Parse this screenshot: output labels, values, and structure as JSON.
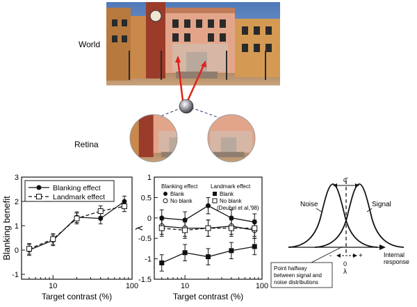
{
  "top": {
    "world_label": "World",
    "retina_label": "Retina"
  },
  "chart_data": [
    {
      "type": "line",
      "ylabel": "Blanking benefit",
      "xlabel": "Target contrast (%)",
      "xscale": "log",
      "xlim": [
        4,
        100
      ],
      "ylim": [
        -1.2,
        3.0
      ],
      "xticks": [
        10,
        100
      ],
      "yticks": [
        -1,
        0,
        1,
        2,
        3
      ],
      "legend_position": "top-left",
      "series": [
        {
          "name": "Blanking effect",
          "style": "solid",
          "marker": "filled-circle",
          "x": [
            5,
            10,
            20,
            40,
            80
          ],
          "y": [
            0.0,
            0.4,
            1.35,
            1.3,
            2.0
          ]
        },
        {
          "name": "Landmark effect",
          "style": "dashed",
          "marker": "open-square",
          "x": [
            5,
            10,
            20,
            40,
            80
          ],
          "y": [
            0.05,
            0.45,
            1.3,
            1.6,
            1.8
          ]
        }
      ]
    },
    {
      "type": "line",
      "ylabel": "λ",
      "xlabel": "Target contrast (%)",
      "xscale": "log",
      "xlim": [
        4,
        100
      ],
      "ylim": [
        -1.5,
        1.0
      ],
      "xticks": [
        10,
        100
      ],
      "yticks": [
        -1.5,
        -1,
        -0.5,
        0,
        0.5,
        1
      ],
      "legend_blanking_title": "Blanking effect",
      "legend_landmark_title": "Landmark effect",
      "legend_note": "(Deubel et al,'98)",
      "series": [
        {
          "name": "Blank",
          "group": "blanking",
          "style": "solid",
          "marker": "filled-circle",
          "x": [
            5,
            10,
            20,
            40,
            80
          ],
          "y": [
            0.0,
            -0.05,
            0.3,
            0.0,
            -0.1
          ]
        },
        {
          "name": "No blank",
          "group": "blanking",
          "style": "solid",
          "marker": "open-circle",
          "x": [
            5,
            10,
            20,
            40,
            80
          ],
          "y": [
            -0.2,
            -0.25,
            -0.25,
            -0.2,
            -0.3
          ]
        },
        {
          "name": "Blank",
          "group": "landmark",
          "style": "solid",
          "marker": "filled-square",
          "x": [
            5,
            10,
            20,
            40,
            80
          ],
          "y": [
            -1.1,
            -0.85,
            -0.95,
            -0.8,
            -0.7
          ]
        },
        {
          "name": "No blank",
          "group": "landmark",
          "style": "dashed",
          "marker": "open-square",
          "x": [
            5,
            10,
            20,
            40,
            80
          ],
          "y": [
            -0.25,
            -0.3,
            -0.25,
            -0.25,
            -0.25
          ]
        }
      ]
    }
  ],
  "sdt": {
    "noise_label": "Noise",
    "signal_label": "Signal",
    "dprime_label": "d'",
    "axis_label_line1": "Internal",
    "axis_label_line2": "response",
    "minus_label": "-",
    "plus_label": "+",
    "zero_label": "0",
    "lambda_label": "λ",
    "note_line1": "Point halfway",
    "note_line2": "between signal and",
    "note_line3": "noise distributions"
  }
}
